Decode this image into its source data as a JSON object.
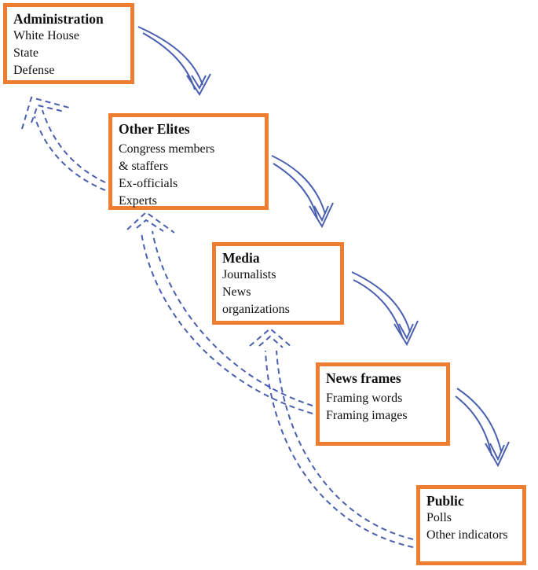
{
  "boxes": {
    "administration": {
      "title": "Administration",
      "items": [
        "White House",
        "State",
        "Defense"
      ]
    },
    "other_elites": {
      "title": "Other Elites",
      "items": [
        "Congress members",
        "& staffers",
        "Ex-officials",
        "Experts"
      ]
    },
    "media": {
      "title": "Media",
      "items": [
        "Journalists",
        "News",
        "organizations"
      ]
    },
    "news_frames": {
      "title": "News frames",
      "items": [
        "Framing words",
        "Framing images"
      ]
    },
    "public": {
      "title": "Public",
      "items": [
        "Polls",
        "Other indicators"
      ]
    }
  },
  "colors": {
    "box_border": "#ed7d31",
    "forward_arrow": "#4a5fb0",
    "feedback_arrow": "#4a5fb0",
    "text": "#111111"
  }
}
